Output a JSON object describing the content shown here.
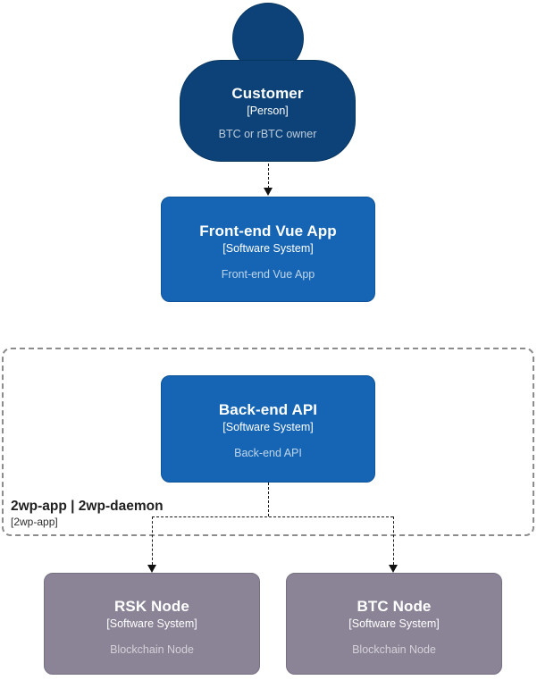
{
  "diagram_type": "c4-system-context",
  "nodes": {
    "customer": {
      "title": "Customer",
      "subtitle": "[Person]",
      "description": "BTC or rBTC owner"
    },
    "frontend": {
      "title": "Front-end Vue App",
      "subtitle": "[Software System]",
      "description": "Front-end Vue App"
    },
    "backend": {
      "title": "Back-end API",
      "subtitle": "[Software System]",
      "description": "Back-end API"
    },
    "rsk": {
      "title": "RSK Node",
      "subtitle": "[Software System]",
      "description": "Blockchain Node"
    },
    "btc": {
      "title": "BTC Node",
      "subtitle": "[Software System]",
      "description": "Blockchain Node"
    }
  },
  "boundary": {
    "title": "2wp-app | 2wp-daemon",
    "subtitle": "[2wp-app]"
  },
  "edges": [
    {
      "from": "customer",
      "to": "frontend",
      "style": "dashed-arrow"
    },
    {
      "from": "backend",
      "to": "rsk",
      "style": "dashed-arrow"
    },
    {
      "from": "backend",
      "to": "btc",
      "style": "dashed-arrow"
    }
  ],
  "colors": {
    "person_fill": "#0C4278",
    "person_border": "#09365F",
    "system_fill": "#1565B4",
    "system_border": "#10529A",
    "external_fill": "#8B8497",
    "external_border": "#776F84",
    "boundary_border": "#8C8C8C",
    "connector_line": "#1A1A1A",
    "background": "#FFFFFF",
    "text_primary": "#FFFFFF"
  }
}
